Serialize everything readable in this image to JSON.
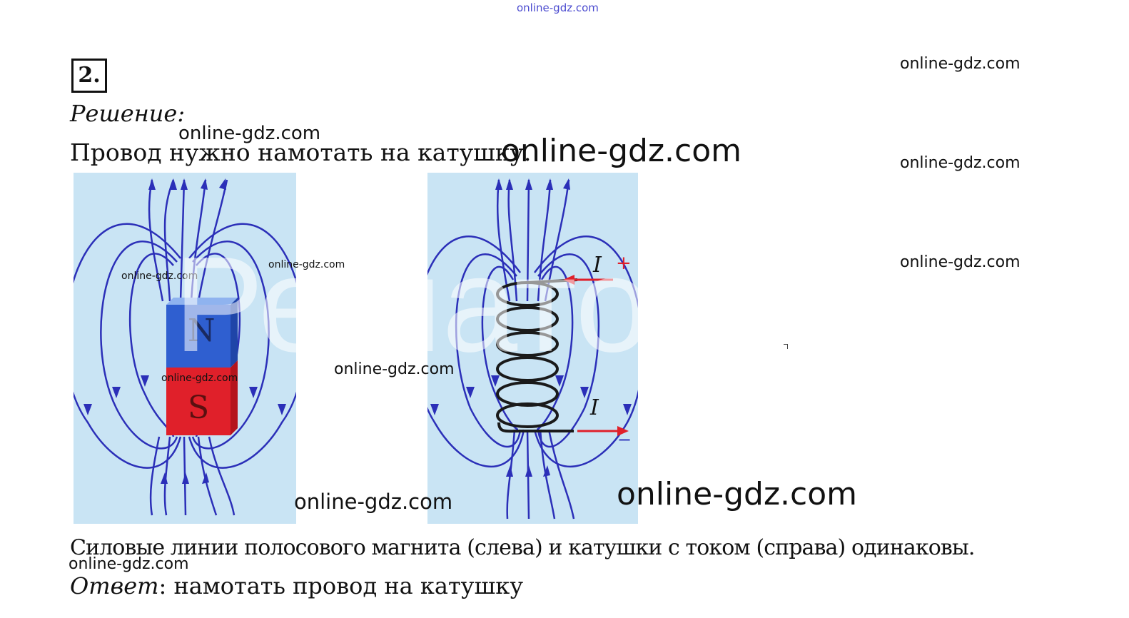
{
  "top_watermark": "online-gdz.com",
  "task": {
    "number": "2."
  },
  "solution": {
    "heading": "Решение:",
    "line1": "Провод нужно намотать на катушку."
  },
  "figures": {
    "magnet": {
      "north_label": "N",
      "south_label": "S"
    },
    "coil": {
      "current_label_top": "I",
      "current_label_bottom": "I",
      "plus_sign": "+",
      "minus_sign": "−"
    },
    "overlay_text": "Решато"
  },
  "caption": "Силовые линии полосового магнита (слева) и катушки с током (справа) одинаковы.",
  "answer": {
    "label": "Ответ",
    "text": ": намотать провод на катушку"
  },
  "watermarks": {
    "right_1": "online-gdz.com",
    "right_2": "online-gdz.com",
    "right_3": "online-gdz.com",
    "under_heading": "online-gdz.com",
    "after_line1": "online-gdz.com",
    "magnet_small_1": "online-gdz.com",
    "magnet_small_2": "online-gdz.com",
    "magnet_small_3": "online-gdz.com",
    "between_figures": "online-gdz.com",
    "under_magnet": "online-gdz.com",
    "under_coil": "online-gdz.com",
    "above_answer": "online-gdz.com"
  },
  "colors": {
    "field_line": "#2b2fb8",
    "figure_bg": "#c9e4f4",
    "north": "#2f5fd0",
    "south": "#e0202a",
    "coil_wire": "#1a1a1a",
    "current_arrow": "#e0202a"
  }
}
